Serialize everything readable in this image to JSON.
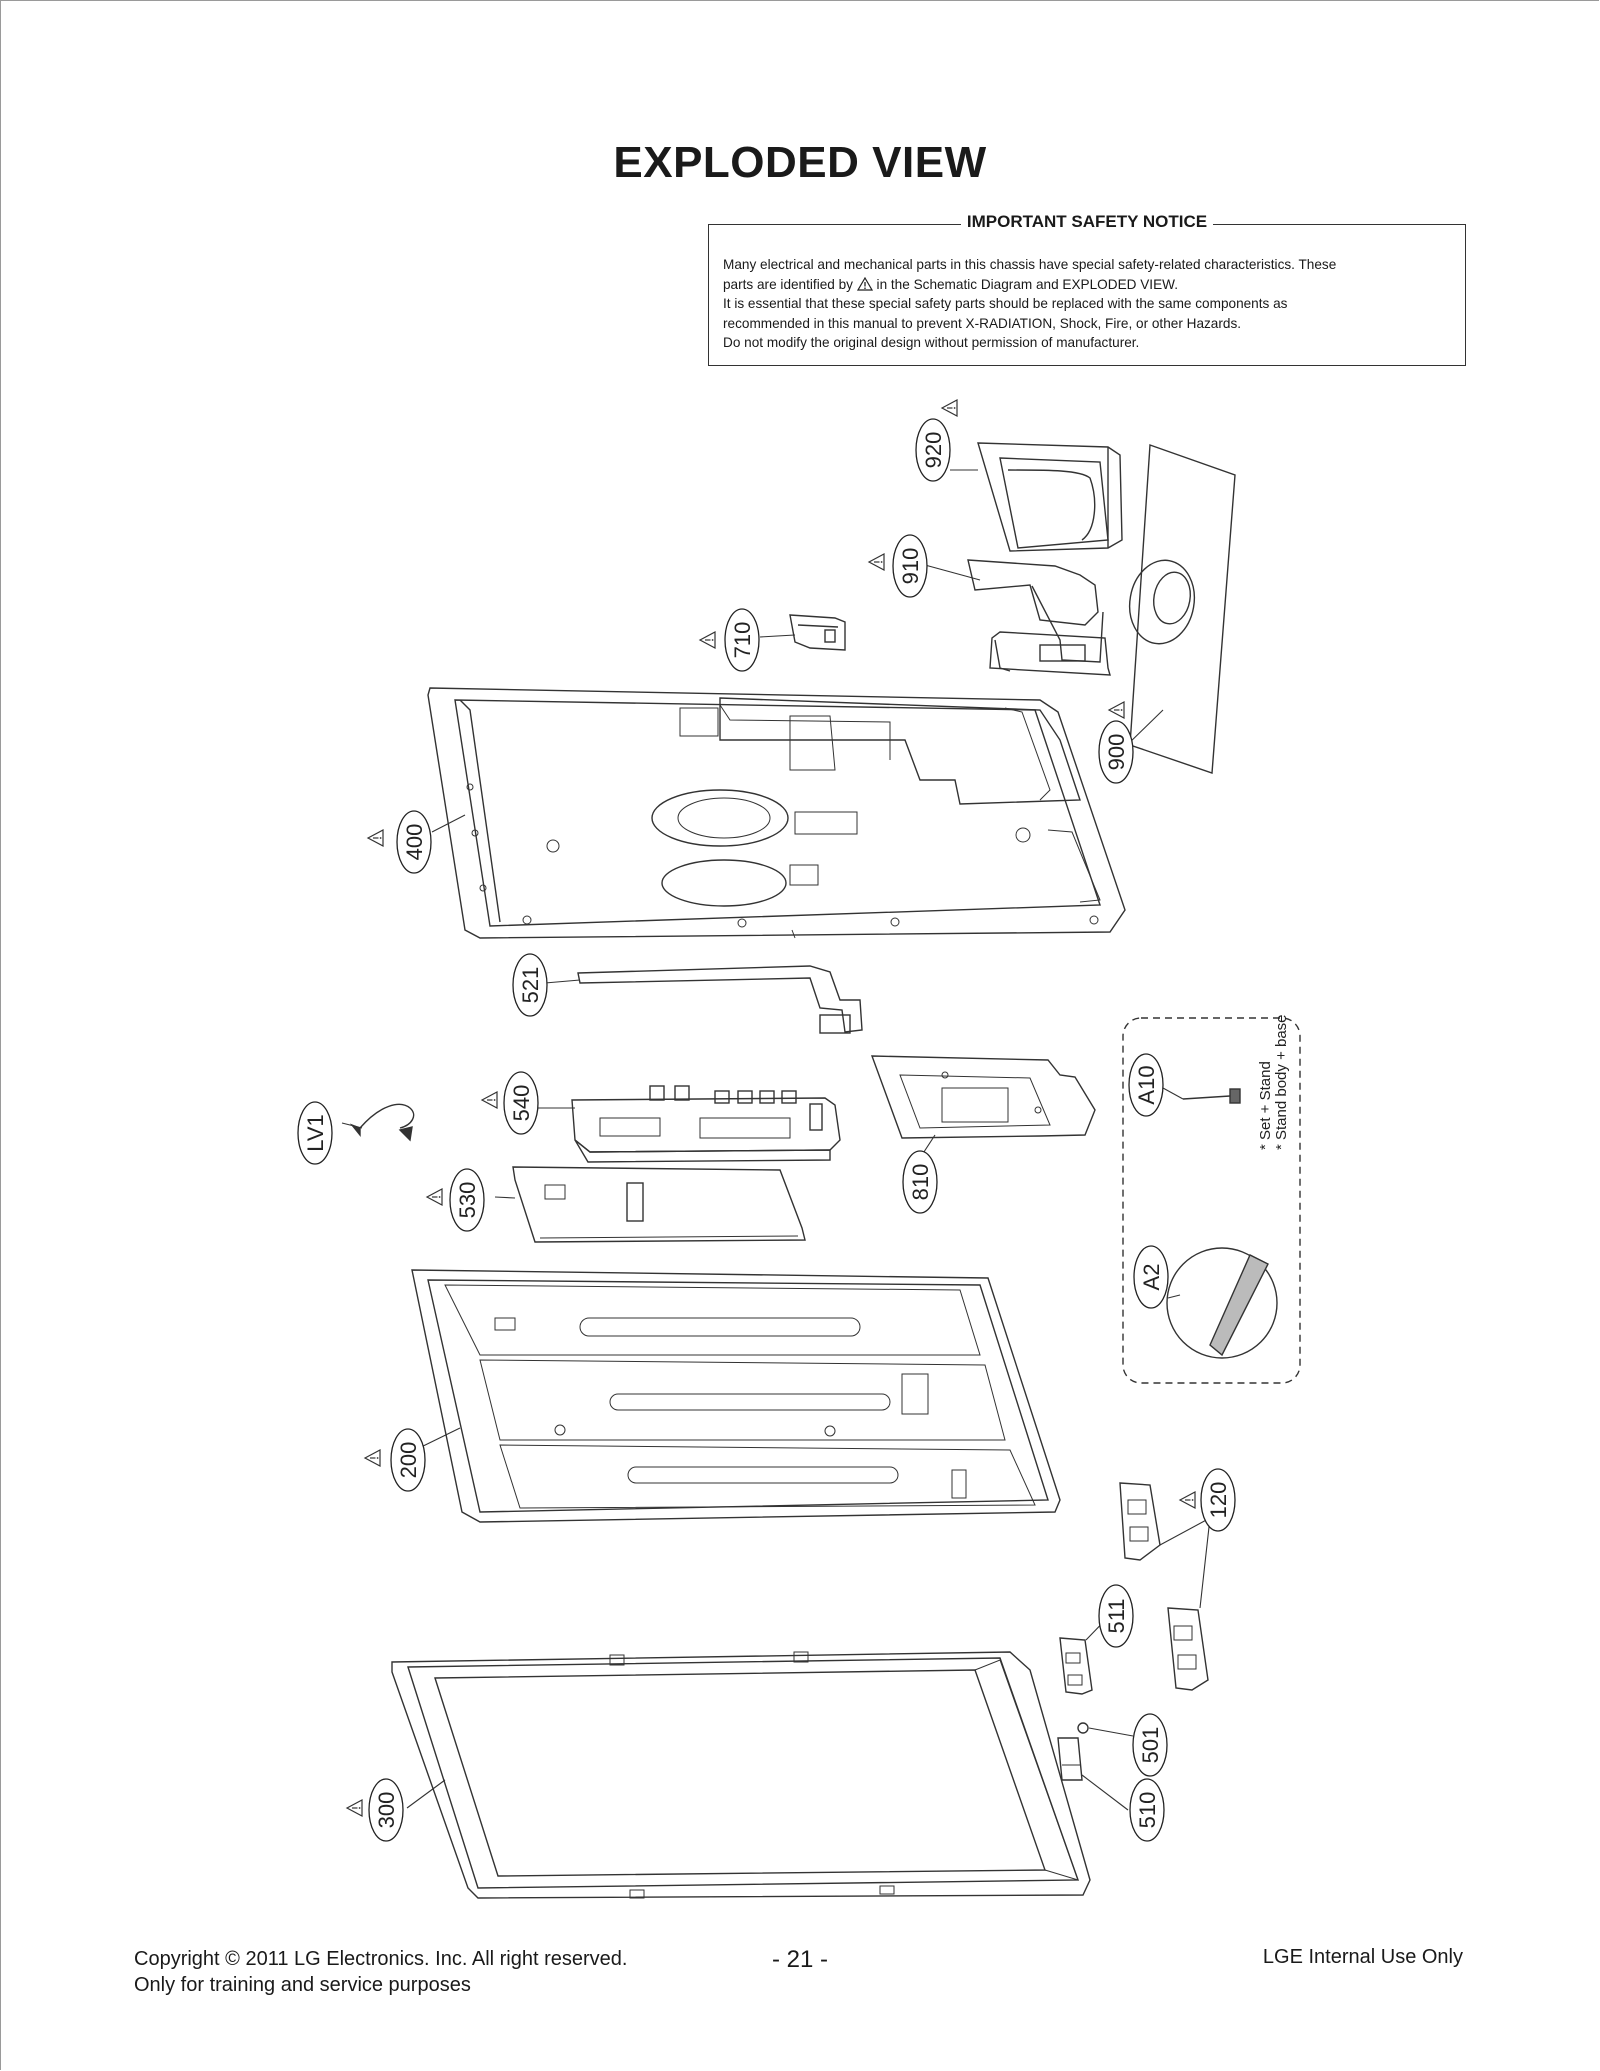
{
  "title": "EXPLODED VIEW",
  "notice": {
    "heading": "IMPORTANT SAFETY NOTICE",
    "line1": "Many electrical and mechanical parts in this chassis have special safety-related characteristics. These",
    "line2a": "parts are identified by",
    "line2b": "in the Schematic Diagram and EXPLODED VIEW.",
    "line3": "It is essential that these special safety parts should be replaced with the same components as",
    "line4": "recommended in this manual to prevent X-RADIATION, Shock, Fire, or other Hazards.",
    "line5": "Do not modify the original design without permission of manufacturer."
  },
  "callouts": {
    "c920": "920",
    "c910": "910",
    "c710": "710",
    "c900": "900",
    "c400": "400",
    "c521": "521",
    "c540": "540",
    "cLV1": "LV1",
    "c530": "530",
    "c810": "810",
    "cA10": "A10",
    "cA2": "A2",
    "c200": "200",
    "c120": "120",
    "c511": "511",
    "c501": "501",
    "c510": "510",
    "c300": "300"
  },
  "accessory_box": {
    "note1": "* Set + Stand",
    "note2": "* Stand body + base"
  },
  "footer": {
    "copyright": "Copyright  © 2011 LG Electronics. Inc. All right reserved.",
    "purpose": "Only for training and service purposes",
    "page": "- 21 -",
    "internal": "LGE Internal Use Only"
  }
}
